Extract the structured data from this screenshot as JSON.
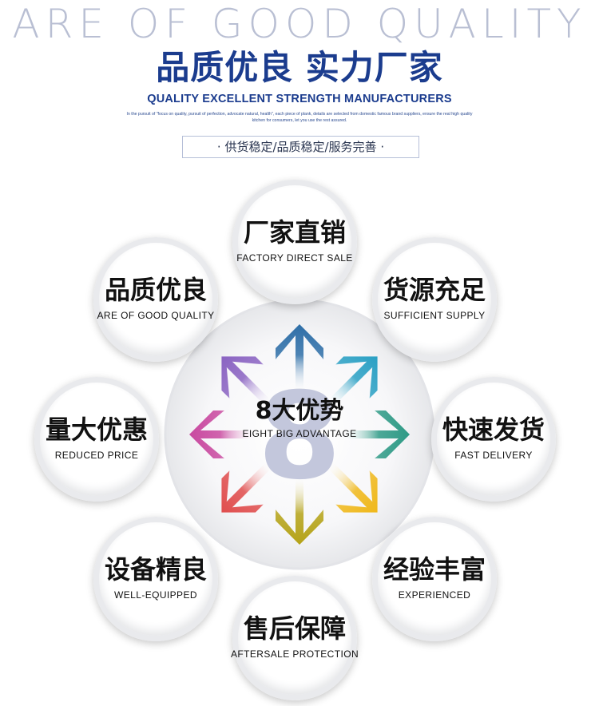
{
  "header": {
    "hero_title": "ARE OF GOOD QUALITY",
    "cn_title": "品质优良 实力厂家",
    "en_subtitle": "QUALITY EXCELLENT STRENGTH MANUFACTURERS",
    "description": "In the pursuit of \"focus on quality, pursuit of perfection, advocate natural, health\", each piece of plank, details are selected from domestic famous brand suppliers, ensure the real high quality kitchen for consumers, let you use the rest assured.",
    "tagline": "· 供货稳定/品质稳定/服务完善 ·"
  },
  "center": {
    "number": "8",
    "cn": "8大优势",
    "en": "EIGHT BIG ADVANTAGE"
  },
  "advantages": [
    {
      "cn": "厂家直销",
      "en": "FACTORY DIRECT SALE"
    },
    {
      "cn": "货源充足",
      "en": "SUFFICIENT SUPPLY"
    },
    {
      "cn": "快速发货",
      "en": "FAST DELIVERY"
    },
    {
      "cn": "经验丰富",
      "en": "EXPERIENCED"
    },
    {
      "cn": "售后保障",
      "en": "AFTERSALE PROTECTION"
    },
    {
      "cn": "设备精良",
      "en": "WELL-EQUIPPED"
    },
    {
      "cn": "量大优惠",
      "en": "REDUCED PRICE"
    },
    {
      "cn": "品质优良",
      "en": "ARE OF GOOD QUALITY"
    }
  ],
  "colors": {
    "title_blue": "#1b3c8e",
    "arrow_up": "#2f6fa8",
    "arrow_up_right": "#2aa0c4",
    "arrow_right": "#2e9a86",
    "arrow_down_right": "#f0b81a",
    "arrow_down": "#b5a318",
    "arrow_down_left": "#e04d4d",
    "arrow_left": "#c94aa0",
    "arrow_up_left": "#8a63c2"
  }
}
